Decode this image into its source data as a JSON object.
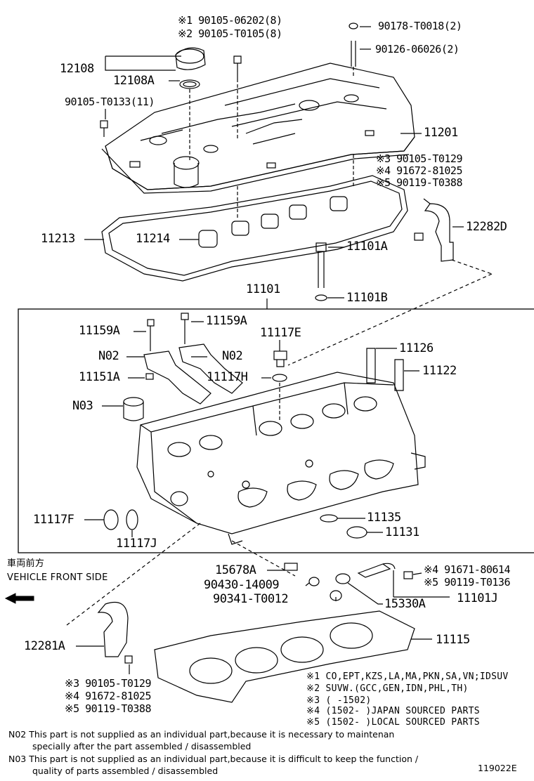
{
  "callouts": {
    "top_bolt_1": "※1 90105-06202(8)",
    "top_bolt_2": "※2 90105-T0105(8)",
    "nut": "90178-T0018(2)",
    "stud": "90126-06026(2)",
    "cap": "12108",
    "cap_gasket": "12108A",
    "side_bolt": "90105-T0133(11)",
    "cover": "11201",
    "bracket_r_1": "※3 90105-T0129",
    "bracket_r_2": "※4 91672-81025",
    "bracket_r_3": "※5 90119-T0388",
    "bracket_r": "12282D",
    "gasket_outer": "11213",
    "gasket_inner": "11214",
    "head_bolt": "11101A",
    "head_washer": "11101B",
    "head_assy": "11101",
    "bolt_left": "11159A",
    "bolt_mid": "11159A",
    "plug_e": "11117E",
    "n02_left": "N02",
    "n02_right": "N02",
    "pin": "11151A",
    "seal_h": "11117H",
    "n03": "N03",
    "guide_126": "11126",
    "guide_122": "11122",
    "plug_f": "11117F",
    "oring_j": "11117J",
    "seal_135": "11135",
    "seal_131": "11131",
    "bolt_15678": "15678A",
    "washer_90430": "90430-14009",
    "plug_90341": "90341-T0012",
    "oring_15330": "15330A",
    "sensor_1": "※4 91671-80614",
    "sensor_2": "※5 90119-T0136",
    "sensor_part": "11101J",
    "head_gasket": "11115",
    "bracket_l": "12281A",
    "bracket_l_1": "※3 90105-T0129",
    "bracket_l_2": "※4 91672-81025",
    "bracket_l_3": "※5 90119-T0388"
  },
  "front_side": {
    "jp": "車両前方",
    "en": "VEHICLE FRONT SIDE"
  },
  "notes": [
    "※1 CO,EPT,KZS,LA,MA,PKN,SA,VN;IDSUV",
    "※2 SUVW.(GCC,GEN,IDN,PHL,TH)",
    "※3 (       -1502)",
    "※4 (1502-        )JAPAN SOURCED PARTS",
    "※5 (1502-        )LOCAL SOURCED PARTS"
  ],
  "footnotes": {
    "n02_line1": "N02 This part is not supplied as an individual part,because it is necessary to maintenan",
    "n02_line2": "specially after the part assembled / disassembled",
    "n03_line1": "N03 This part is not supplied as an individual part,because it is difficult to keep the function /",
    "n03_line2": "quality of parts assembled / disassembled"
  },
  "diagram_ref": "119022E",
  "icons": [
    "arrow-left-icon"
  ]
}
